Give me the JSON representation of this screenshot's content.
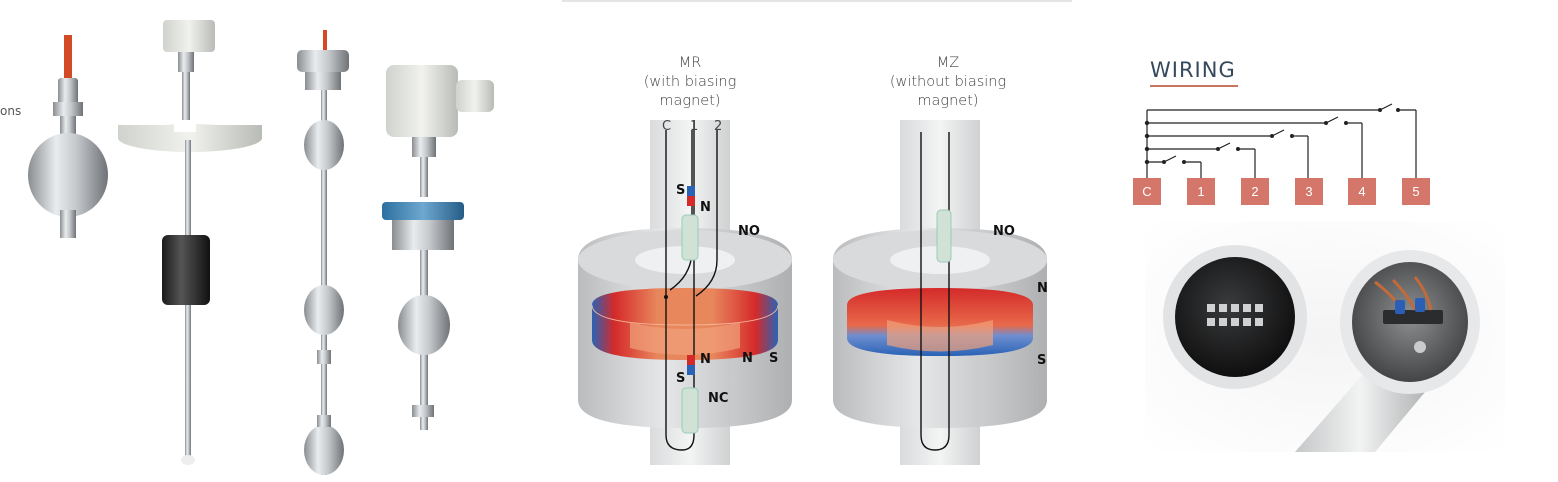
{
  "left_panel": {
    "cut_text": "ons"
  },
  "diagrams": [
    {
      "title": "MR",
      "subtitle_lines": [
        "(with biasing",
        "magnet)"
      ],
      "pins": [
        "C",
        "1",
        "2"
      ],
      "labels": {
        "no": "NO",
        "nc": "NC",
        "s_top": "S",
        "n_top": "N",
        "n_bottom": "N",
        "s_bottom": "S",
        "n_right": "N",
        "s_right": "S"
      }
    },
    {
      "title": "MZ",
      "subtitle_lines": [
        "(without biasing",
        "magnet)"
      ],
      "labels": {
        "no": "NO",
        "n_right": "N",
        "s_right": "S"
      }
    }
  ],
  "wiring": {
    "title": "WIRING",
    "terminals": [
      "C",
      "1",
      "2",
      "3",
      "4",
      "5"
    ],
    "accent": "#d4776a",
    "title_color": "#34495e"
  }
}
